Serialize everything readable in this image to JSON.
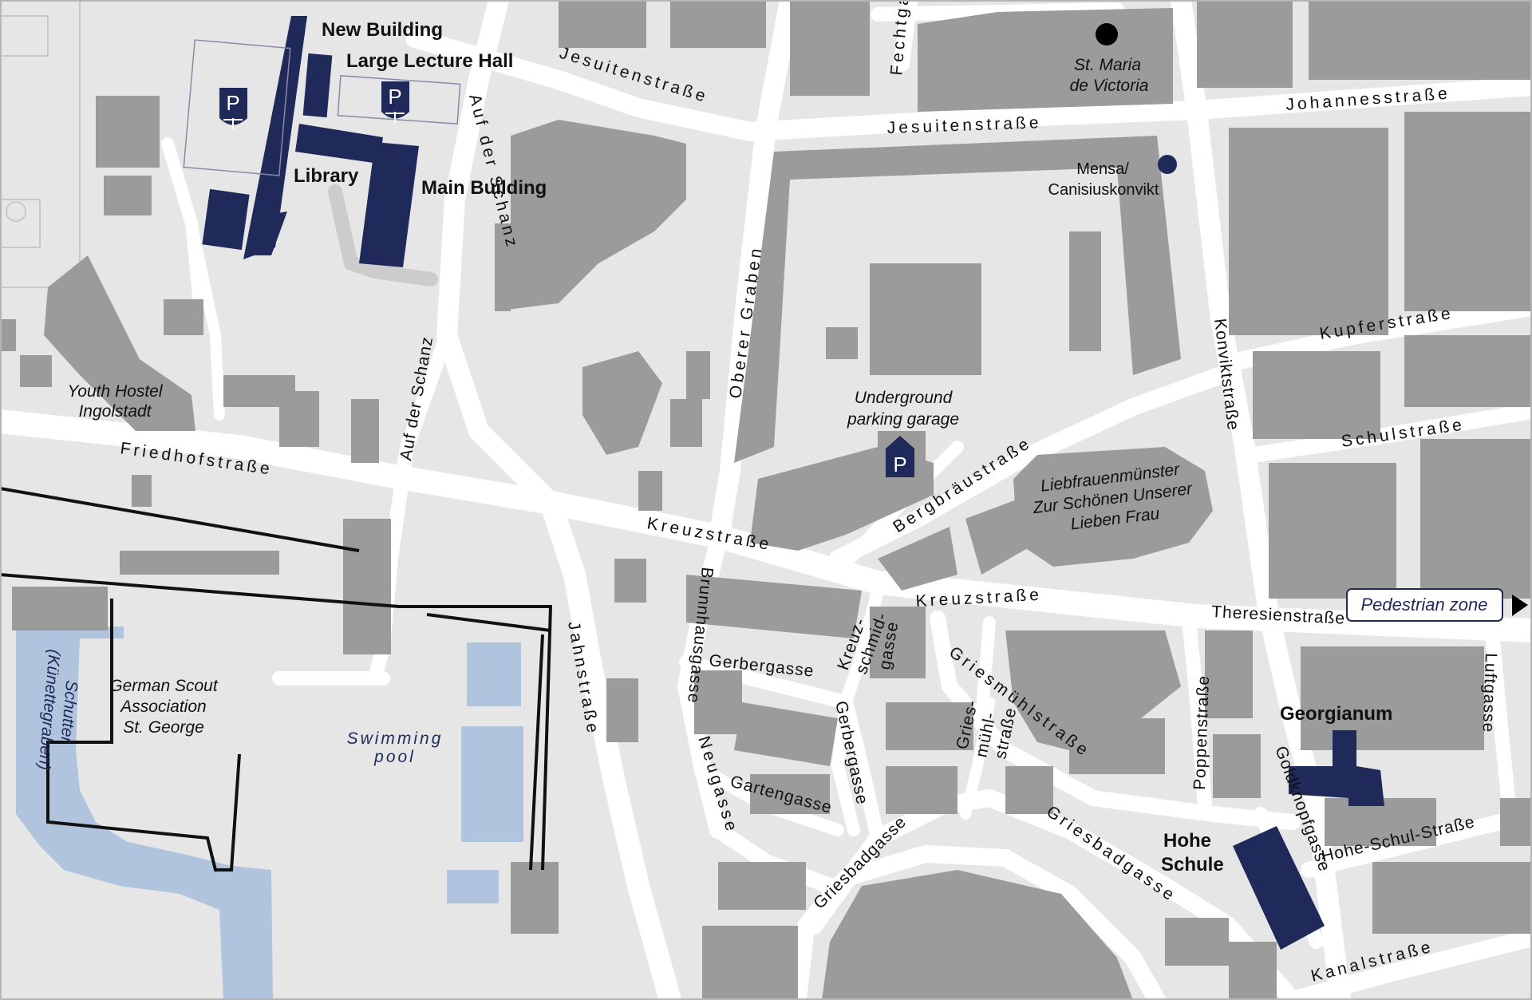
{
  "colors": {
    "background": "#e6e6e6",
    "road": "#ffffff",
    "building": "#9b9b9b",
    "university": "#1f2a5a",
    "water": "#b0c4de",
    "boundary": "#111111",
    "parking_outline": "#8a8aa8"
  },
  "icons": {
    "parking": "parking-icon",
    "church": "black-dot-marker",
    "mensa": "navy-dot-marker",
    "pedestrian_arrow": "triangle-right-icon"
  },
  "university": {
    "new_building": "New Building",
    "large_lecture_hall": "Large Lecture Hall",
    "library": "Library",
    "main_building": "Main Building",
    "georgianum": "Georgianum",
    "hohe_schule_line1": "Hohe",
    "hohe_schule_line2": "Schule"
  },
  "parking": {
    "symbol": "P",
    "underground_line1": "Underground",
    "underground_line2": "parking garage"
  },
  "places": {
    "st_maria_line1": "St. Maria",
    "st_maria_line2": "de Victoria",
    "mensa_line1": "Mensa/",
    "mensa_line2": "Canisiuskonvikt",
    "youth_hostel_line1": "Youth Hostel",
    "youth_hostel_line2": "Ingolstadt",
    "liebfrauen_line1": "Liebfrauenmünster",
    "liebfrauen_line2": "Zur Schönen Unserer",
    "liebfrauen_line3": "Lieben Frau",
    "scouts_line1": "German Scout",
    "scouts_line2": "Association",
    "scouts_line3": "St. George",
    "pool_line1": "Swimming",
    "pool_line2": "pool",
    "river_line1": "Schutter",
    "river_line2": "(Künettegraben)",
    "pedestrian_zone": "Pedestrian zone"
  },
  "streets": {
    "fechtgasse": "Fechtgasse",
    "jesuitenstrasse_1": "Jesuitenstraße",
    "jesuitenstrasse_2": "Jesuitenstraße",
    "johannesstrasse": "Johannesstraße",
    "oberer_graben": "Oberer Graben",
    "auf_der_schanz_1": "Auf der Schanz",
    "auf_der_schanz_2": "Auf der Schanz",
    "konviktstrasse": "Konviktstraße",
    "kupferstrasse": "Kupferstraße",
    "schulstrasse": "Schulstraße",
    "friedhofstrasse": "Friedhofstraße",
    "kreuzstrasse_1": "Kreuzstraße",
    "kreuzstrasse_2": "Kreuzstraße",
    "bergbraeustrasse": "Bergbräustraße",
    "theresienstrasse": "Theresienstraße",
    "brunnhausgasse": "Brunnhausgasse",
    "gerbergasse_1": "Gerbergasse",
    "gerbergasse_2": "Gerbergasse",
    "kreuzschmidgasse_1": "Kreuz-",
    "kreuzschmidgasse_2": "schmid-",
    "kreuzschmidgasse_3": "gasse",
    "griesmuehlstrasse": "Griesmühlstraße",
    "griesmuehl_small_1": "Gries-",
    "griesmuehl_small_2": "mühl-",
    "griesmuehl_small_3": "straße",
    "poppenstrasse": "Poppenstraße",
    "luftgasse": "Luftgasse",
    "jahnstrasse": "Jahnstraße",
    "neugasse": "Neugasse",
    "gartengasse": "Gartengasse",
    "griesbadgasse_1": "Griesbadgasse",
    "griesbadgasse_2": "Griesbadgasse",
    "goldknopfgasse": "Goldknopfgasse",
    "hohe_schul_strasse": "Hohe-Schul-Straße",
    "kanalstrasse": "Kanalstraße"
  }
}
